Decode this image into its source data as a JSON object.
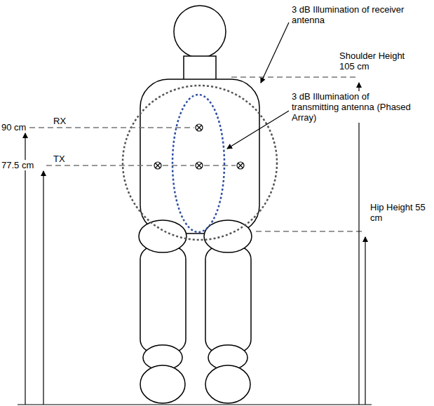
{
  "diagram": {
    "labels": [
      "3 dB Illumination of receiver antenna",
      "Shoulder Height 105 cm",
      "3 dB Illumination of transmitting antenna (Phased Array)",
      "90 cm",
      "RX",
      "77.5 cm",
      "TX",
      "Hip Height 55 cm"
    ]
  }
}
